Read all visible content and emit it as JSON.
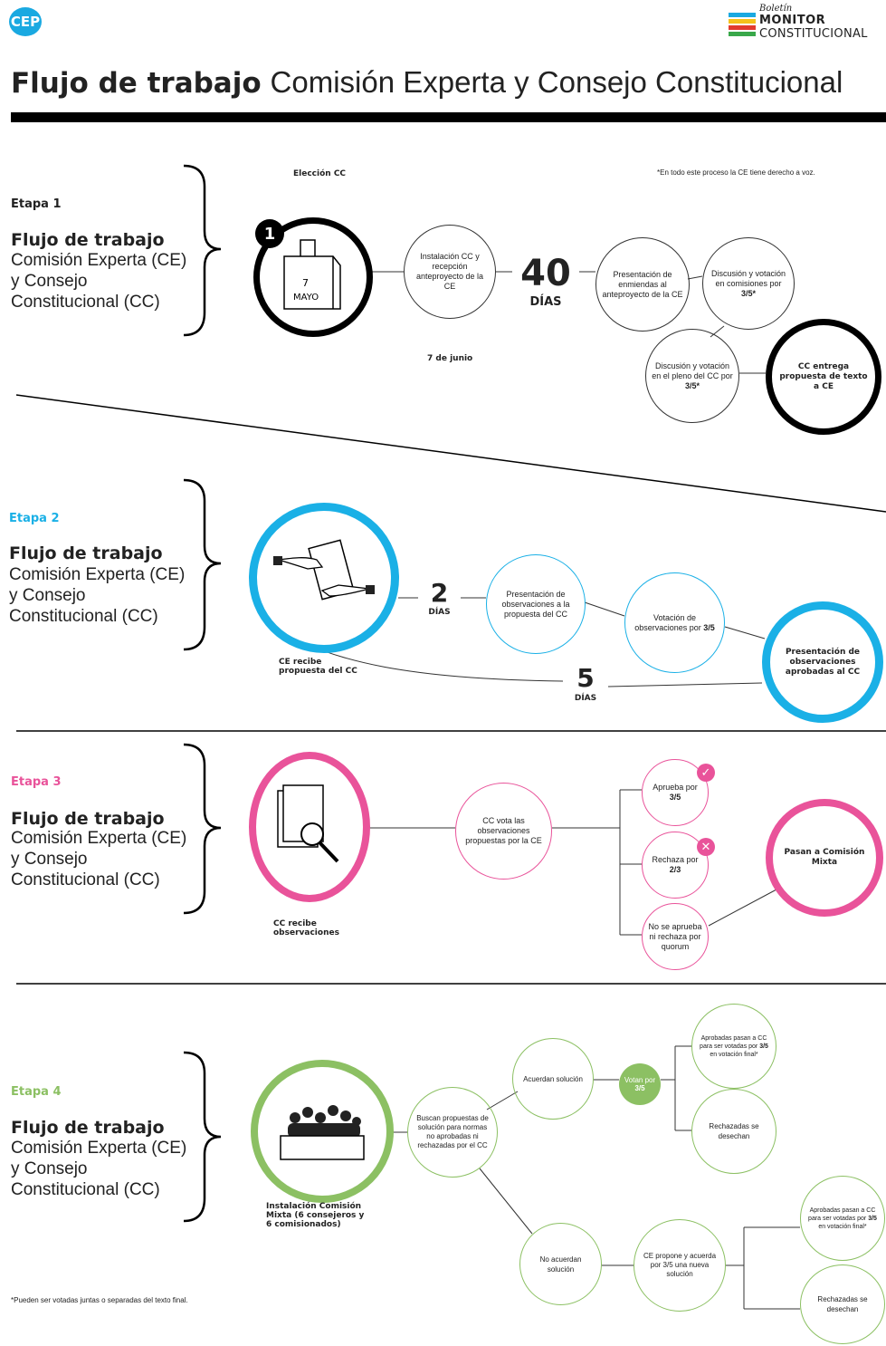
{
  "header": {
    "cep_logo": "CEP",
    "brand_line1": "Boletín",
    "brand_line2": "MONITOR",
    "brand_line3": "CONSTITUCIONAL",
    "title_bold": "Flujo de trabajo",
    "title_rest": "Comisión Experta y Consejo Constitucional"
  },
  "colors": {
    "stage1": "#000000",
    "stage2": "#1ab0e6",
    "stage3": "#e9539a",
    "stage4": "#8cc063",
    "brand_blue": "#1aa9e1",
    "brand_yellow": "#f5c21b",
    "brand_red": "#e23b2e",
    "brand_green": "#39a84a"
  },
  "common": {
    "flow_title": "Flujo de trabajo",
    "flow_sub": "Comisión Experta (CE) y Consejo Constitucional (CC)"
  },
  "stage1": {
    "label": "Etapa 1",
    "note": "*En todo este proceso la CE tiene derecho a voz.",
    "eleccion": "Elección CC",
    "number": "1",
    "ballot_day": "7",
    "ballot_month": "MAYO",
    "instalacion": "Instalación CC y recepción anteproyecto de la CE",
    "fecha_junio": "7 de junio",
    "days_num": "40",
    "days_lbl": "DÍAS",
    "presentacion": "Presentación de enmiendas al anteproyecto de la CE",
    "discusion_comisiones": "Discusión y votación en comisiones por",
    "discusion_comisiones_bold": "3/5*",
    "discusion_pleno": "Discusión y votación en el pleno del CC por",
    "discusion_pleno_bold": "3/5*",
    "entrega": "CC entrega propuesta de texto a CE"
  },
  "stage2": {
    "label": "Etapa 2",
    "recibe": "CE recibe propuesta del CC",
    "days1_num": "2",
    "days1_lbl": "DÍAS",
    "presentacion_obs": "Presentación de observaciones a la propuesta del CC",
    "votacion_obs": "Votación de observaciones por",
    "votacion_obs_bold": "3/5",
    "presentacion_aprob": "Presentación de observaciones aprobadas al CC",
    "days2_num": "5",
    "days2_lbl": "DÍAS"
  },
  "stage3": {
    "label": "Etapa 3",
    "recibe": "CC recibe observaciones",
    "vota": "CC vota las observaciones propuestas por la CE",
    "aprueba": "Aprueba por",
    "aprueba_bold": "3/5",
    "rechaza": "Rechaza por",
    "rechaza_bold": "2/3",
    "no_se": "No se aprueba ni rechaza por quorum",
    "check": "✓",
    "cross": "✕",
    "pasan": "Pasan a Comisión Mixta"
  },
  "stage4": {
    "label": "Etapa 4",
    "instalacion": "Instalación Comisión Mixta (6 consejeros y 6 comisionados)",
    "buscan": "Buscan propuestas de solución para normas no aprobadas ni rechazadas por el CC",
    "acuerdan": "Acuerdan solución",
    "votan": "Votan por",
    "votan_bold": "3/5",
    "aprobadas1": "Aprobadas pasan a CC para ser votadas por",
    "aprobadas1_bold": "3/5",
    "aprobadas1_tail": "en votación final*",
    "rechazadas1": "Rechazadas se desechan",
    "no_acuerdan": "No acuerdan solución",
    "ce_propone": "CE propone y acuerda por 3/5 una nueva solución",
    "aprobadas2": "Aprobadas pasan a CC para ser votadas por",
    "aprobadas2_bold": "3/5",
    "aprobadas2_tail": "en votación final*",
    "rechazadas2": "Rechazadas se desechan"
  },
  "footnote": "*Pueden ser votadas juntas o separadas del texto final."
}
